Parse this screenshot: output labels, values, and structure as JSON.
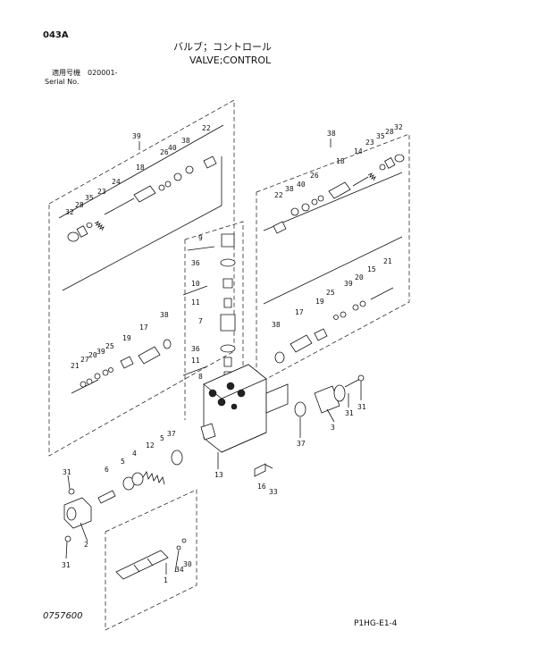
{
  "header": {
    "page_code": "043A",
    "title_jp": "バルブ；コントロール",
    "title_en": "VALVE;CONTROL",
    "serial_label_jp": "適用号機",
    "serial_range": "020001-",
    "serial_label_en": "Serial No."
  },
  "footer": {
    "drawing_number": "0757600",
    "page_ref": "P1HG-E1-4"
  },
  "callouts": {
    "c39_group": "39",
    "c38_group": "38",
    "l_32": "32",
    "l_28": "28",
    "l_35": "35",
    "l_23": "23",
    "l_24": "24",
    "l_18": "18",
    "l_26": "26",
    "l_40": "40",
    "l_38": "38",
    "l_22": "22",
    "l_21": "21",
    "l_27": "27",
    "l_20": "20",
    "l_39": "39",
    "l_25": "25",
    "l_19": "19",
    "l_17": "17",
    "l_38b": "38",
    "r_23": "23",
    "r_35": "35",
    "r_28": "28",
    "r_32": "32",
    "r_14": "14",
    "r_18": "18",
    "r_26": "26",
    "r_40": "40",
    "r_38": "38",
    "r_22": "22",
    "r_15": "15",
    "r_21": "21",
    "r_20": "20",
    "r_39": "39",
    "r_25": "25",
    "r_19": "19",
    "r_17": "17",
    "r_38b": "38",
    "m_9": "9",
    "m_36": "36",
    "m_10": "10",
    "m_11": "11",
    "m_7": "7",
    "m_36b": "36",
    "m_11b": "11",
    "m_8": "8",
    "b_31a": "31",
    "b_6": "6",
    "b_5a": "5",
    "b_4": "4",
    "b_12": "12",
    "b_5b": "5",
    "b_37": "37",
    "b_2": "2",
    "b_31b": "31",
    "b_13": "13",
    "b_16": "16",
    "b_33": "33",
    "b_34": "34",
    "b_30": "30",
    "b_1": "1",
    "b_37b": "37",
    "b_3": "3",
    "b_31c": "31",
    "b_31d": "31"
  }
}
